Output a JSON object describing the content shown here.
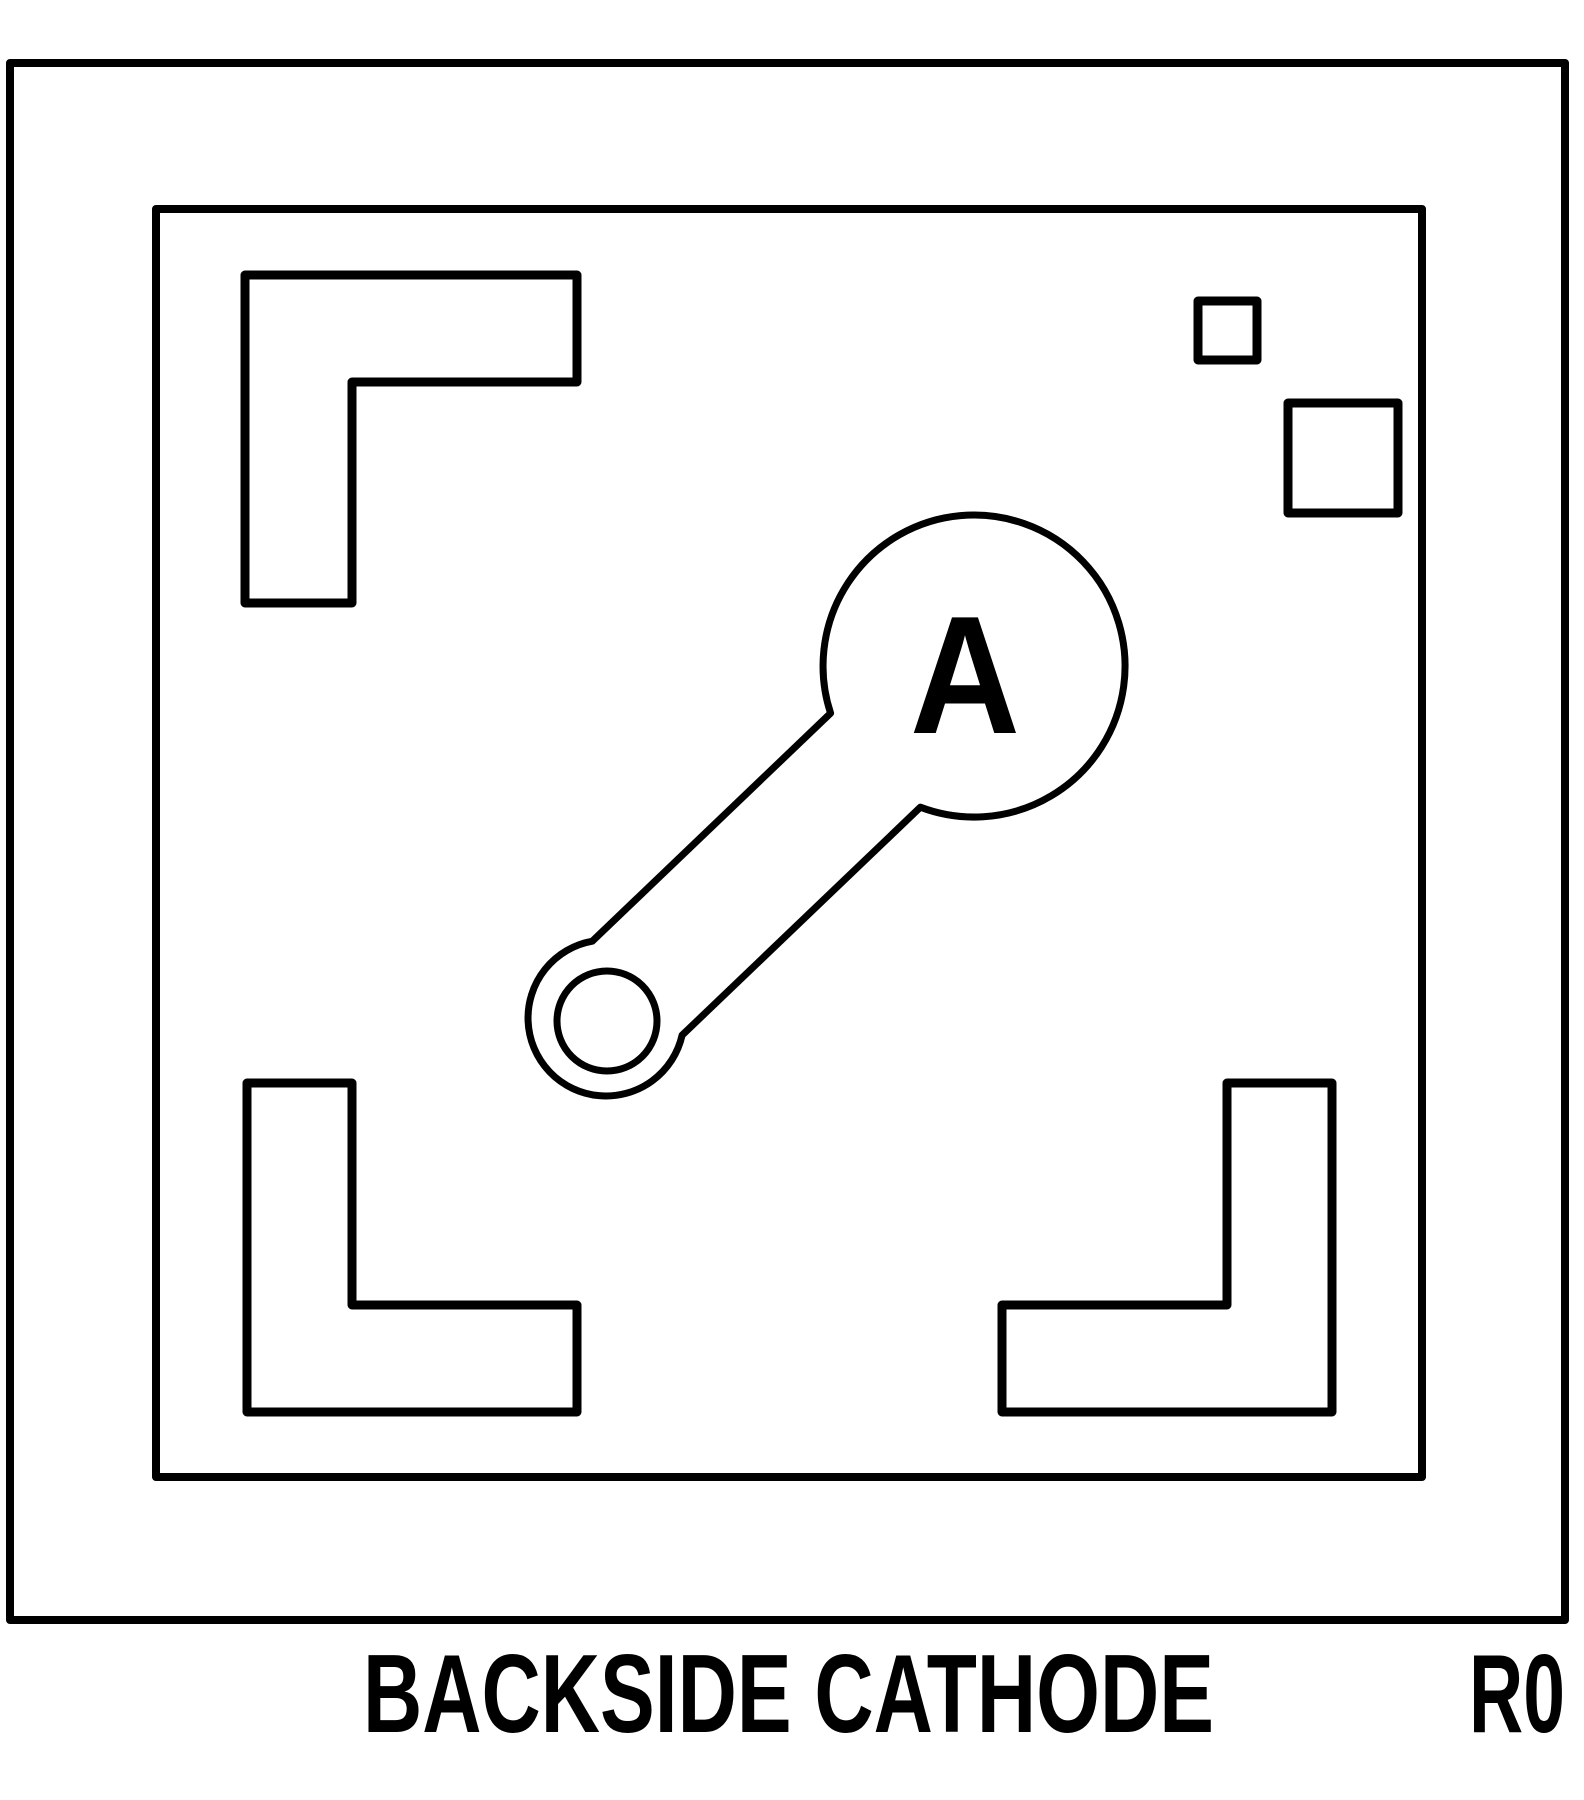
{
  "figure": {
    "title_label": "BACKSIDE CATHODE",
    "revision_label": "R0",
    "anode_label": "A",
    "colors": {
      "line": "#000000",
      "background": "#ffffff"
    }
  }
}
